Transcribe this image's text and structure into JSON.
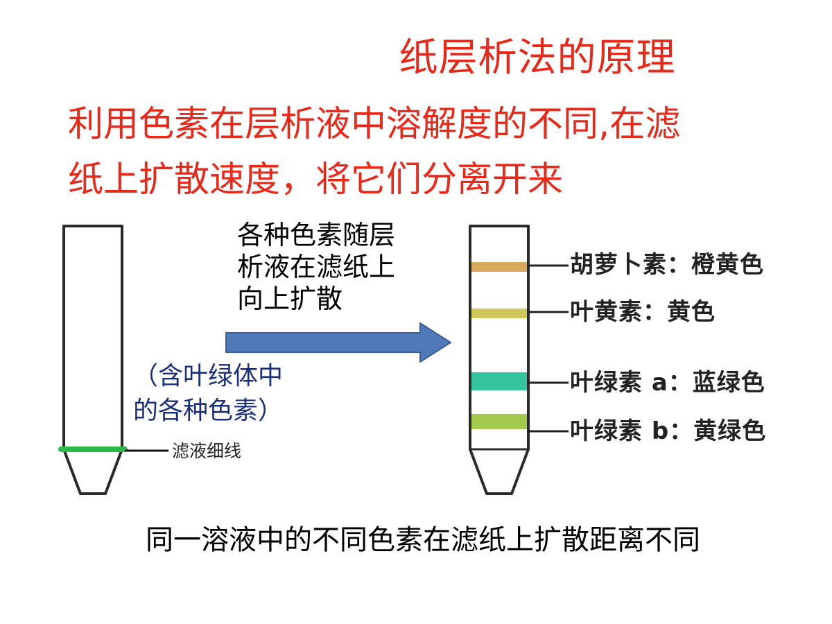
{
  "title": "纸层析法的原理",
  "principle": {
    "line1": "利用色素在层析液中溶解度的不同,在滤",
    "line2": "纸上扩散速度，将它们分离开来"
  },
  "arrow_note": {
    "line1": "各种色素随层",
    "line2": "析液在滤纸上",
    "line3": "向上扩散"
  },
  "contents_note": {
    "line1": "（含叶绿体中",
    "line2": "的各种色素）"
  },
  "filter_line_label": "滤液细线",
  "bands": [
    {
      "label": "胡萝卜素：橙黄色",
      "color": "#d2a04a"
    },
    {
      "label": "叶黄素：黄色",
      "color": "#c9c24a"
    },
    {
      "label": "叶绿素 a：蓝绿色",
      "color": "#1fbf94"
    },
    {
      "label": "叶绿素 b：黄绿色",
      "color": "#9ac43a"
    }
  ],
  "conclusion": "同一溶液中的不同色素在滤纸上扩散距离不同",
  "colors": {
    "title": "#e8291a",
    "principle": "#e8291a",
    "contents_note": "#1a2f7a",
    "filter_line": "#2db84a",
    "arrow_fill": "#4f79b8",
    "arrow_stroke": "#3a5f96"
  }
}
